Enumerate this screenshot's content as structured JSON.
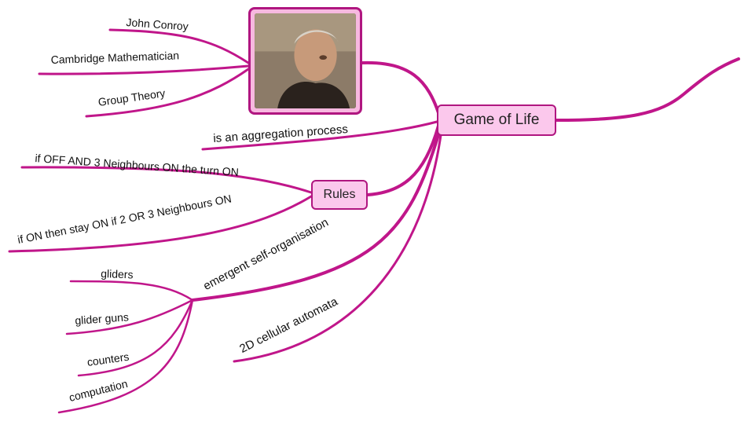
{
  "central": {
    "label": "Game of Life"
  },
  "portrait": {
    "subject": "photo of John Conroy"
  },
  "portrait_labels": [
    "John Conroy",
    "Cambridge Mathematician",
    "Group Theory"
  ],
  "aggregation": "is an aggregation process",
  "rules": {
    "label": "Rules",
    "items": [
      "if OFF AND 3 Neighbours ON the turn ON",
      "if ON then stay ON if 2 OR 3 Neighbours ON"
    ]
  },
  "emergent": {
    "label": "emergent self-organisation",
    "items": [
      "gliders",
      "glider guns",
      "counters",
      "computation"
    ]
  },
  "cellular": "2D cellular automata",
  "colors": {
    "branch": "#c0168a",
    "node_fill": "#fbc8ec",
    "node_border": "#b01680"
  }
}
